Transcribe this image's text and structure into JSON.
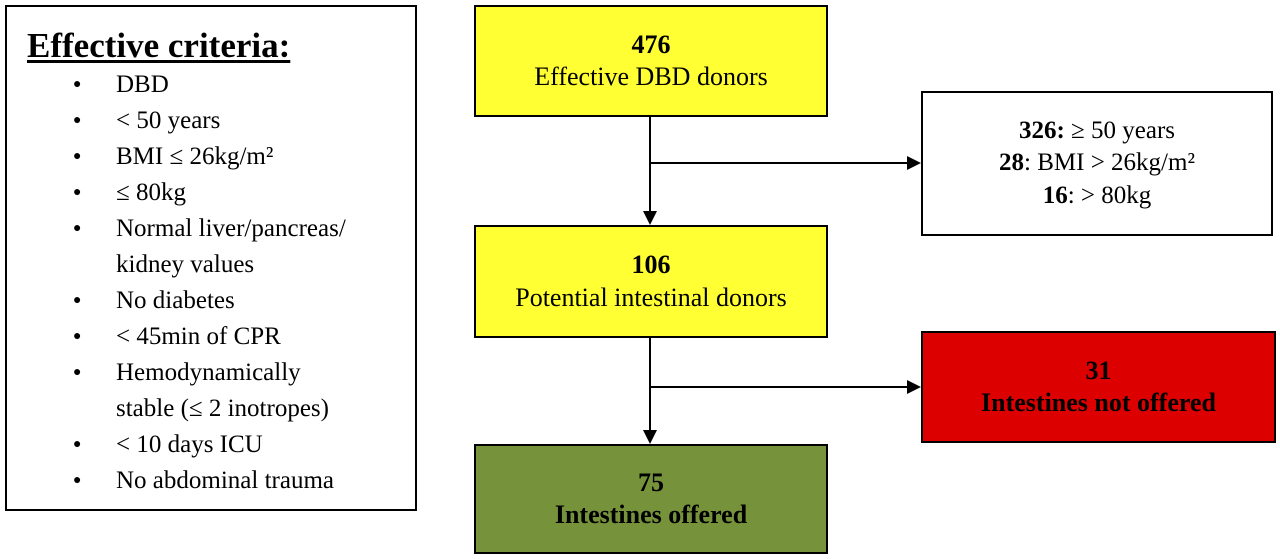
{
  "criteria": {
    "title": "Effective criteria:",
    "items": [
      {
        "lines": [
          "DBD"
        ]
      },
      {
        "lines": [
          "< 50 years"
        ]
      },
      {
        "lines": [
          "BMI ≤ 26kg/m²"
        ]
      },
      {
        "lines": [
          "≤ 80kg"
        ]
      },
      {
        "lines": [
          "Normal liver/pancreas/",
          "kidney values"
        ]
      },
      {
        "lines": [
          "No diabetes"
        ]
      },
      {
        "lines": [
          "< 45min of CPR"
        ]
      },
      {
        "lines": [
          "Hemodynamically",
          "stable (≤ 2 inotropes)"
        ]
      },
      {
        "lines": [
          "< 10 days ICU"
        ]
      },
      {
        "lines": [
          "No abdominal trauma"
        ]
      }
    ]
  },
  "flow": {
    "effective": {
      "count": "476",
      "label": "Effective DBD donors"
    },
    "potential": {
      "count": "106",
      "label": "Potential intestinal donors"
    },
    "offered": {
      "count": "75",
      "label": "Intestines offered"
    },
    "not_offered": {
      "count": "31",
      "label": "Intestines not offered"
    },
    "excluded": [
      {
        "count": "326:",
        "text": " ≥ 50 years"
      },
      {
        "count": "28",
        "text": ": BMI > 26kg/m²"
      },
      {
        "count": "16",
        "text": ": > 80kg"
      }
    ]
  },
  "colors": {
    "yellow_box": "#ffff33",
    "green_box": "#76933c",
    "red_box": "#dd0000",
    "white_box": "#ffffff"
  }
}
